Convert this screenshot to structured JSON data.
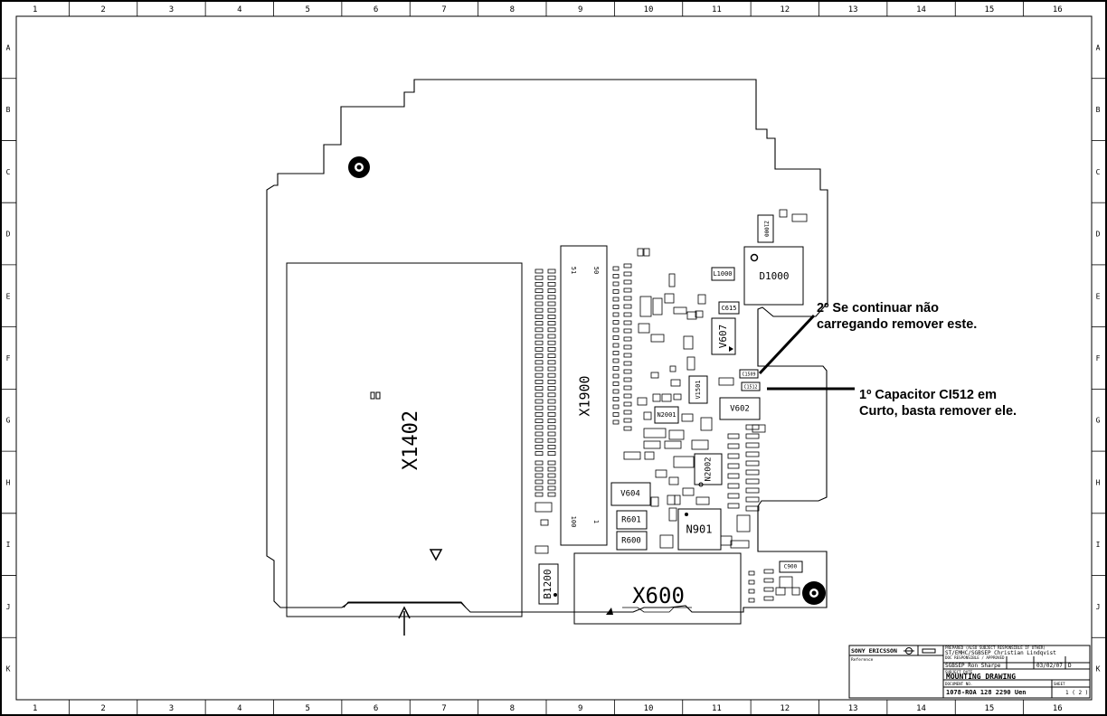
{
  "frame": {
    "columns": [
      "1",
      "2",
      "3",
      "4",
      "5",
      "6",
      "7",
      "8",
      "9",
      "10",
      "11",
      "12",
      "13",
      "14",
      "15",
      "16"
    ],
    "rows": [
      "A",
      "B",
      "C",
      "D",
      "E",
      "F",
      "G",
      "H",
      "I",
      "J",
      "K"
    ]
  },
  "components": {
    "x1402": "X1402",
    "x1900": "X1900",
    "x1900_pin_tl": "51",
    "x1900_pin_tr": "50",
    "x1900_pin_bl": "100",
    "x1900_pin_br": "1",
    "x600": "X600",
    "b1200": "B1200",
    "d1000": "D1000",
    "l1000": "L1000",
    "c615": "C615",
    "v607": "V607",
    "v602": "V602",
    "v604": "V604",
    "v1501": "V1501",
    "n2001": "N2001",
    "n2002": "N2002",
    "n901": "N901",
    "r601": "R601",
    "r600": "R600",
    "z1000": "Z1000",
    "c1512": "C1512",
    "c1509": "C1509",
    "c900": "C900"
  },
  "annotations": {
    "note2": {
      "line1": "2º Se continuar não",
      "line2": "carregando remover este."
    },
    "note1": {
      "line1": "1º Capacitor CI512 em",
      "line2": "Curto, basta remover ele."
    }
  },
  "titleblock": {
    "company": "SONY ERICSSON",
    "prepared_label": "PREPARED (ALSO SUBJECT RESPONSIBLE IF OTHER)",
    "prepared": "ST/EMHC/SGBSEP Christian Lindqvist",
    "approved_label": "DOC RESPONSIBLE / APPROVED",
    "approved": "SGBSEP Ron Sharpe",
    "date": "03/02/07",
    "rev": "D",
    "reference": "Reference",
    "subject_label": "SUBJECT DATE",
    "title": "MOUNTING DRAWING",
    "docno_label": "DOCUMENT NO.",
    "docno": "1078-ROA 128 2290 Uen",
    "sheet_label": "SHEET",
    "sheet": "1 ( 2 )"
  }
}
